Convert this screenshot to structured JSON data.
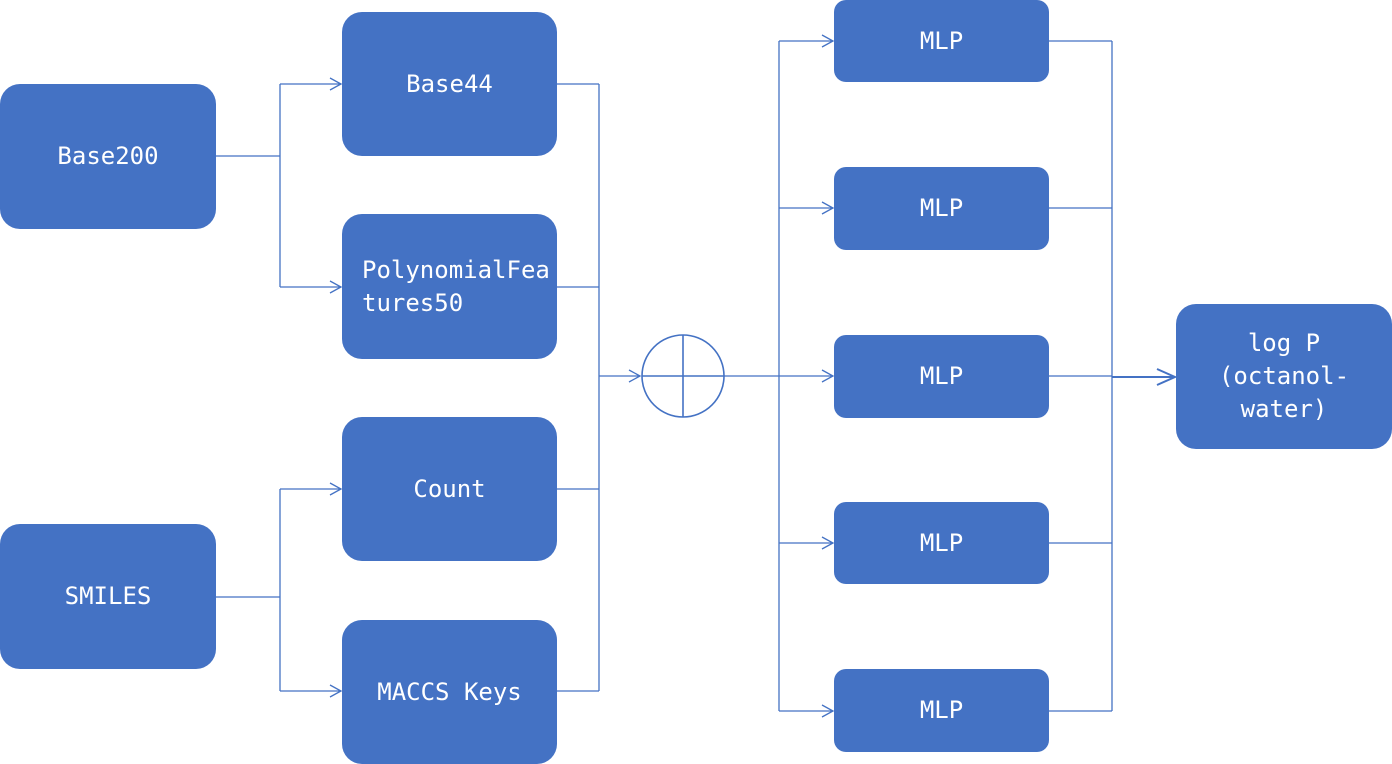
{
  "diagram": {
    "inputs": {
      "base200": "Base200",
      "smiles": "SMILES"
    },
    "features": {
      "base44": "Base44",
      "polynomial": "PolynomialFeatures50",
      "count": "Count",
      "maccs": "MACCS Keys"
    },
    "models": [
      "MLP",
      "MLP",
      "MLP",
      "MLP",
      "MLP"
    ],
    "output": "log P\n(octanol-\nwater)",
    "colors": {
      "node_fill": "#4472C4",
      "node_text": "#FFFFFF",
      "connector": "#4472C4"
    },
    "icons": {
      "combine": "circled-plus-icon"
    }
  }
}
